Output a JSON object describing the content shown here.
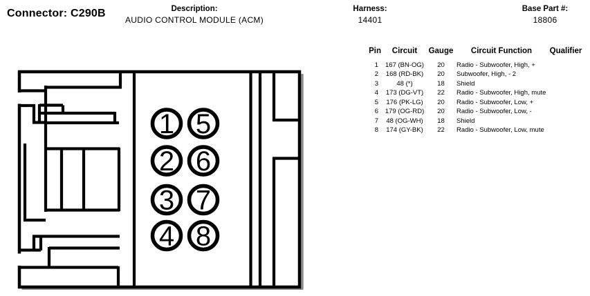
{
  "header": {
    "connector": "Connector: C290B",
    "description_label": "Description:",
    "description": "AUDIO CONTROL MODULE (ACM)",
    "harness_label": "Harness:",
    "harness": "14401",
    "base_part_label": "Base Part #:",
    "base_part": "18806"
  },
  "pin_table": {
    "columns": [
      "Pin",
      "Circuit",
      "Gauge",
      "Circuit Function",
      "Qualifier"
    ],
    "rows": [
      {
        "pin": "1",
        "circuit": "167 (BN-OG)",
        "gauge": "20",
        "function": "Radio - Subwoofer, High, +",
        "qualifier": ""
      },
      {
        "pin": "2",
        "circuit": "168 (RD-BK)",
        "gauge": "20",
        "function": "Subwoofer, High, - 2",
        "qualifier": ""
      },
      {
        "pin": "3",
        "circuit": "48 (*)",
        "gauge": "18",
        "function": "Shield",
        "qualifier": ""
      },
      {
        "pin": "4",
        "circuit": "173 (DG-VT)",
        "gauge": "22",
        "function": "Radio - Subwoofer, High, mute",
        "qualifier": ""
      },
      {
        "pin": "5",
        "circuit": "176 (PK-LG)",
        "gauge": "20",
        "function": "Radio - Subwoofer, Low, +",
        "qualifier": ""
      },
      {
        "pin": "6",
        "circuit": "179 (OG-RD)",
        "gauge": "20",
        "function": "Radio - Subwoofer, Low, -",
        "qualifier": ""
      },
      {
        "pin": "7",
        "circuit": "48 (OG-WH)",
        "gauge": "18",
        "function": "Shield",
        "qualifier": ""
      },
      {
        "pin": "8",
        "circuit": "174 (GY-BK)",
        "gauge": "22",
        "function": "Radio - Subwoofer, Low, mute",
        "qualifier": ""
      }
    ]
  },
  "connector_diagram": {
    "pin_columns": [
      [
        "1",
        "2",
        "3",
        "4"
      ],
      [
        "5",
        "6",
        "7",
        "8"
      ]
    ]
  },
  "colors": {
    "ink": "#000000",
    "shadow": "#8a8a8a",
    "paper": "#ffffff"
  }
}
